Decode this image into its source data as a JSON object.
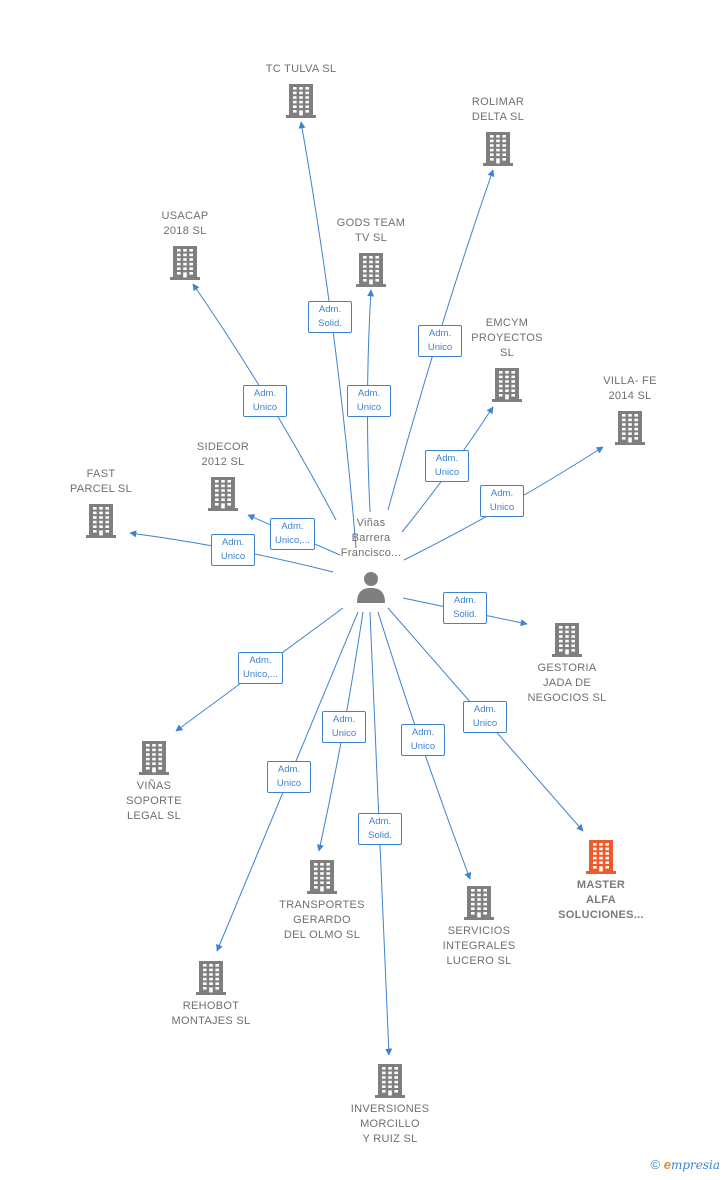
{
  "colors": {
    "edge": "#3d83cf",
    "node": "#7f7f7f",
    "highlight": "#f0592a",
    "person": "#7f7f7f"
  },
  "person": {
    "name": "Viñas\nBarrera\nFrancisco...",
    "icon": "person-icon"
  },
  "companies": [
    {
      "id": "tc-tulva",
      "label": "TC TULVA SL",
      "icon": "building-icon"
    },
    {
      "id": "rolimar",
      "label": "ROLIMAR\nDELTA  SL",
      "icon": "building-icon"
    },
    {
      "id": "usacap",
      "label": "USACAP\n2018  SL",
      "icon": "building-icon"
    },
    {
      "id": "gods-team",
      "label": "GODS TEAM\nTV SL",
      "icon": "building-icon"
    },
    {
      "id": "emcym",
      "label": "EMCYM\nPROYECTOS\nSL",
      "icon": "building-icon"
    },
    {
      "id": "villa-fe",
      "label": "VILLA- FE\n2014  SL",
      "icon": "building-icon"
    },
    {
      "id": "sidecor",
      "label": "SIDECOR\n2012 SL",
      "icon": "building-icon"
    },
    {
      "id": "fast-parcel",
      "label": "FAST\nPARCEL SL",
      "icon": "building-icon"
    },
    {
      "id": "gestoria",
      "label": "GESTORIA\nJADA DE\nNEGOCIOS SL",
      "icon": "building-icon"
    },
    {
      "id": "vinas-soporte",
      "label": "VIÑAS\nSOPORTE\nLEGAL  SL",
      "icon": "building-icon"
    },
    {
      "id": "master-alfa",
      "label": "MASTER\nALFA\nSOLUCIONES...",
      "icon": "building-icon",
      "highlight": true
    },
    {
      "id": "transportes",
      "label": "TRANSPORTES\nGERARDO\nDEL OLMO  SL",
      "icon": "building-icon"
    },
    {
      "id": "servicios",
      "label": "SERVICIOS\nINTEGRALES\nLUCERO  SL",
      "icon": "building-icon"
    },
    {
      "id": "rehobot",
      "label": "REHOBOT\nMONTAJES  SL",
      "icon": "building-icon"
    },
    {
      "id": "inversiones",
      "label": "INVERSIONES\nMORCILLO\nY RUIZ SL",
      "icon": "building-icon"
    }
  ],
  "edges": [
    {
      "to": "tc-tulva",
      "role": "Adm.\nSolid."
    },
    {
      "to": "rolimar",
      "role": "Adm.\nUnico"
    },
    {
      "to": "usacap",
      "role": "Adm.\nUnico"
    },
    {
      "to": "gods-team",
      "role": "Adm.\nUnico"
    },
    {
      "to": "emcym",
      "role": "Adm.\nUnico"
    },
    {
      "to": "villa-fe",
      "role": "Adm.\nUnico"
    },
    {
      "to": "sidecor",
      "role": "Adm.\nUnico,..."
    },
    {
      "to": "fast-parcel",
      "role": "Adm.\nUnico"
    },
    {
      "to": "gestoria",
      "role": "Adm.\nSolid."
    },
    {
      "to": "vinas-soporte",
      "role": "Adm.\nUnico,..."
    },
    {
      "to": "master-alfa",
      "role": "Adm.\nUnico"
    },
    {
      "to": "transportes",
      "role": "Adm.\nUnico"
    },
    {
      "to": "servicios",
      "role": "Adm.\nUnico"
    },
    {
      "to": "rehobot",
      "role": "Adm.\nUnico"
    },
    {
      "to": "inversiones",
      "role": "Adm.\nSolid."
    }
  ],
  "footer": {
    "symbol": "©",
    "brand_first": "e",
    "brand_rest": "mpresia"
  }
}
